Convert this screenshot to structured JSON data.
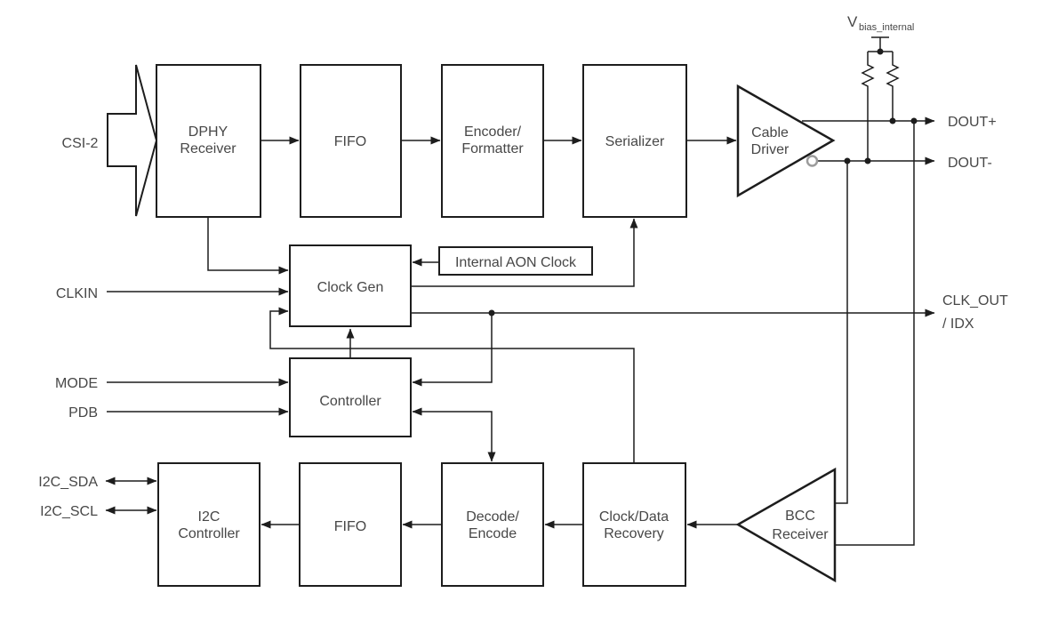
{
  "figure": {
    "background": "#ffffff",
    "line_color": "#1d1d1d",
    "text_color": "#474747"
  },
  "blocks": {
    "dphy_receiver": {
      "line1": "DPHY",
      "line2": "Receiver"
    },
    "fifo_top": {
      "label": "FIFO"
    },
    "encoder_formatter": {
      "line1": "Encoder/",
      "line2": "Formatter"
    },
    "serializer": {
      "label": "Serializer"
    },
    "cable_driver": {
      "line1": "Cable",
      "line2": "Driver"
    },
    "clock_gen": {
      "label": "Clock Gen"
    },
    "internal_aon_clock": {
      "label": "Internal AON Clock"
    },
    "controller": {
      "label": "Controller"
    },
    "i2c_controller": {
      "line1": "I2C",
      "line2": "Controller"
    },
    "fifo_bottom": {
      "label": "FIFO"
    },
    "decode_encode": {
      "line1": "Decode/",
      "line2": "Encode"
    },
    "clock_data_recovery": {
      "line1": "Clock/Data",
      "line2": "Recovery"
    },
    "bcc_receiver": {
      "line1": "BCC",
      "line2": "Receiver"
    }
  },
  "ports": {
    "csi2": "CSI-2",
    "clkin": "CLKIN",
    "mode": "MODE",
    "pdb": "PDB",
    "i2c_sda": "I2C_SDA",
    "i2c_scl": "I2C_SCL",
    "dout_plus": "DOUT+",
    "dout_minus": "DOUT-",
    "clk_out": "CLK_OUT",
    "idx": "/ IDX",
    "vbias": {
      "main": "V",
      "subscript": "bias_internal"
    }
  }
}
